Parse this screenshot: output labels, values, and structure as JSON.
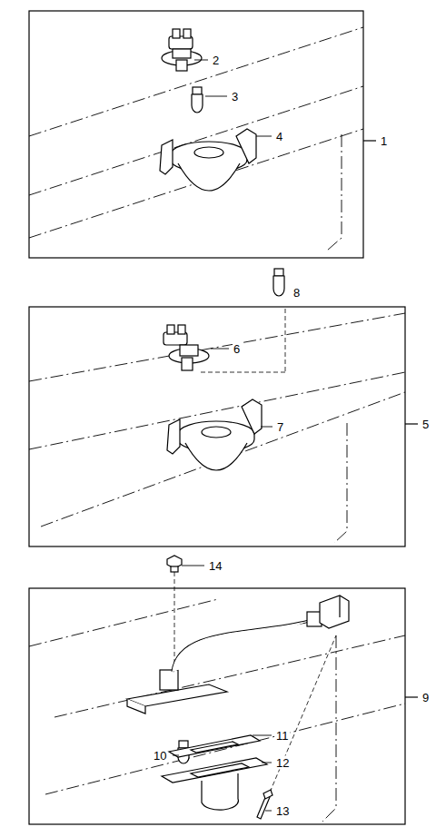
{
  "diagram": {
    "labels": [
      "2",
      "3",
      "4",
      "1",
      "8",
      "6",
      "7",
      "5",
      "14",
      "9",
      "10",
      "11",
      "12",
      "13"
    ]
  }
}
